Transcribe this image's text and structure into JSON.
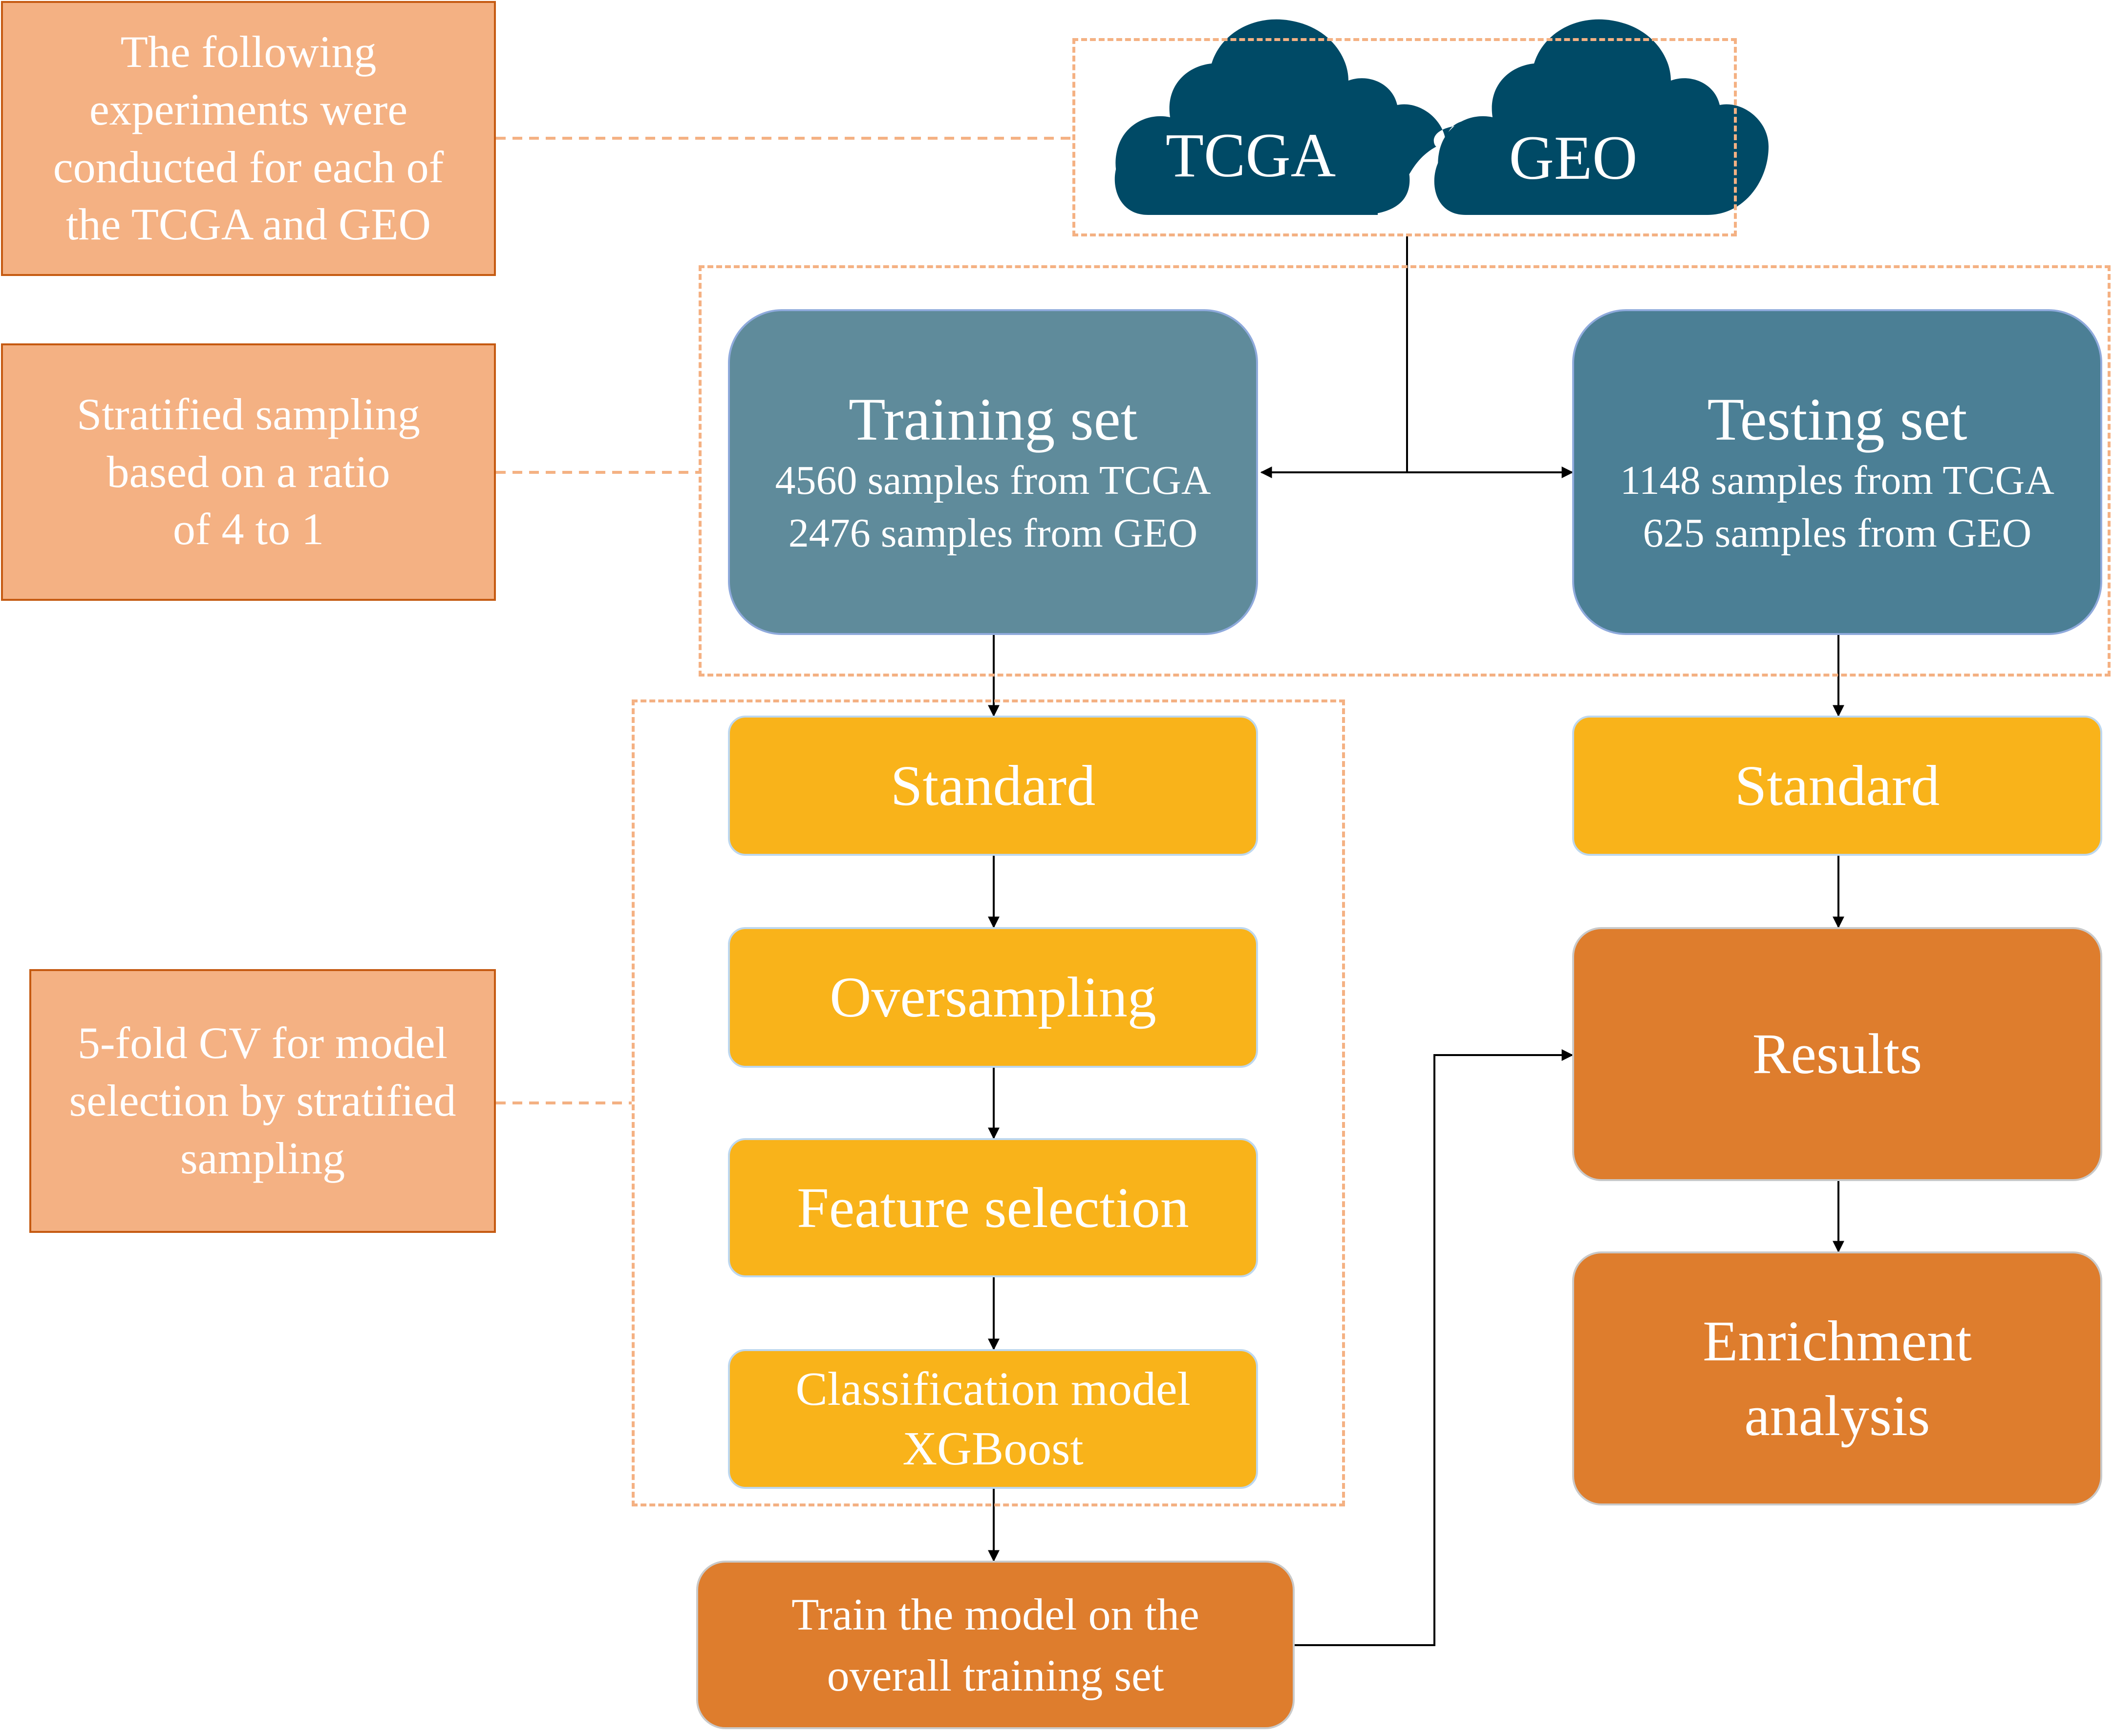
{
  "notes": {
    "experiments": [
      "The following",
      "experiments were",
      "conducted for each of",
      "the TCGA and GEO"
    ],
    "stratified": [
      "Stratified sampling",
      "based on a ratio",
      "of 4 to 1"
    ],
    "cv": [
      "5-fold CV for model",
      "selection by stratified",
      "sampling"
    ]
  },
  "sources": {
    "tcga": "TCGA",
    "geo": "GEO"
  },
  "training_set": {
    "title": "Training set",
    "lines": [
      "4560 samples from TCGA",
      "2476 samples from GEO"
    ]
  },
  "testing_set": {
    "title": "Testing set",
    "lines": [
      "1148 samples from TCGA",
      "625 samples from GEO"
    ]
  },
  "pipeline": {
    "standard_left": "Standard",
    "oversampling": "Oversampling",
    "feature_selection": "Feature selection",
    "classification": [
      "Classification model",
      "XGBoost"
    ],
    "train_overall": [
      "Train the model on the",
      "overall training set"
    ]
  },
  "test_pipeline": {
    "standard_right": "Standard",
    "results": "Results",
    "enrichment": [
      "Enrichment",
      "analysis"
    ]
  },
  "colors": {
    "note_fill": "#f4b183",
    "note_border": "#c55a11",
    "cloud": "#004a66",
    "training": "#5f8b9b",
    "testing": "#4b7f95",
    "step_yellow": "#f9b31a",
    "step_orange": "#de7d2d"
  }
}
